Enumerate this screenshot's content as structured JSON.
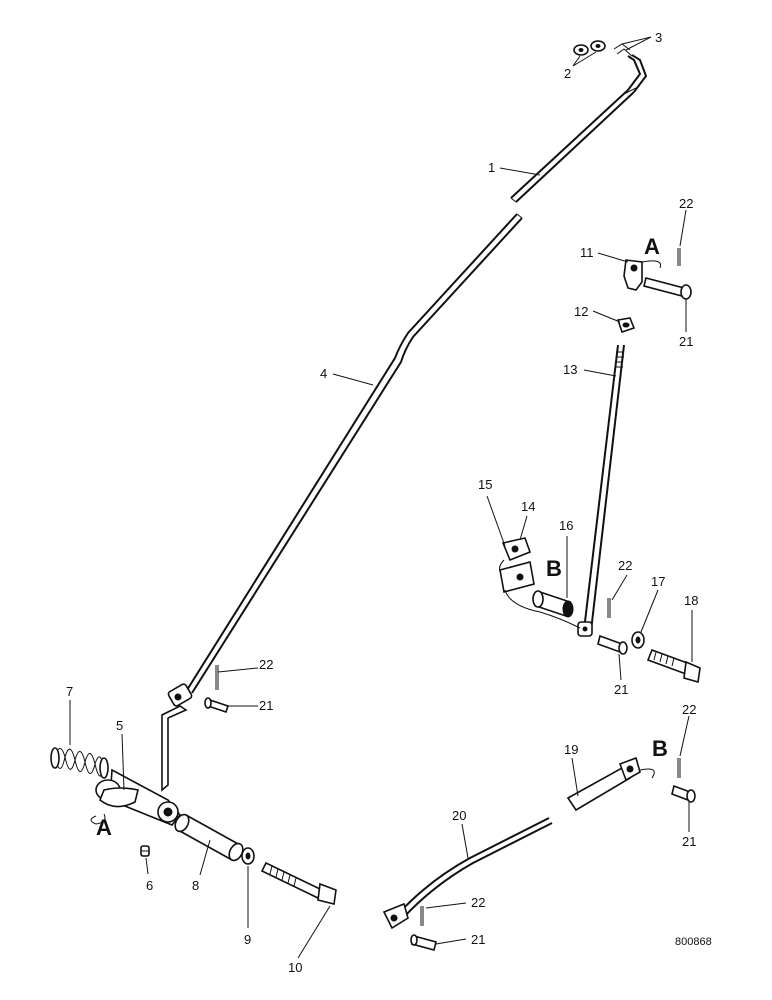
{
  "diagram": {
    "drawing_code": "800868",
    "view_letters": {
      "a1": "A",
      "a2": "A",
      "b1": "B",
      "b2": "B"
    },
    "callouts": {
      "c1": "1",
      "c2": "2",
      "c3": "3",
      "c4": "4",
      "c5": "5",
      "c6": "6",
      "c7": "7",
      "c8": "8",
      "c9": "9",
      "c10": "10",
      "c11": "11",
      "c12": "12",
      "c13": "13",
      "c14": "14",
      "c15": "15",
      "c16": "16",
      "c17": "17",
      "c18": "18",
      "c19": "19",
      "c20": "20",
      "c21a": "21",
      "c21b": "21",
      "c21c": "21",
      "c21d": "21",
      "c21e": "21",
      "c22a": "22",
      "c22b": "22",
      "c22c": "22",
      "c22d": "22",
      "c22e": "22"
    }
  }
}
